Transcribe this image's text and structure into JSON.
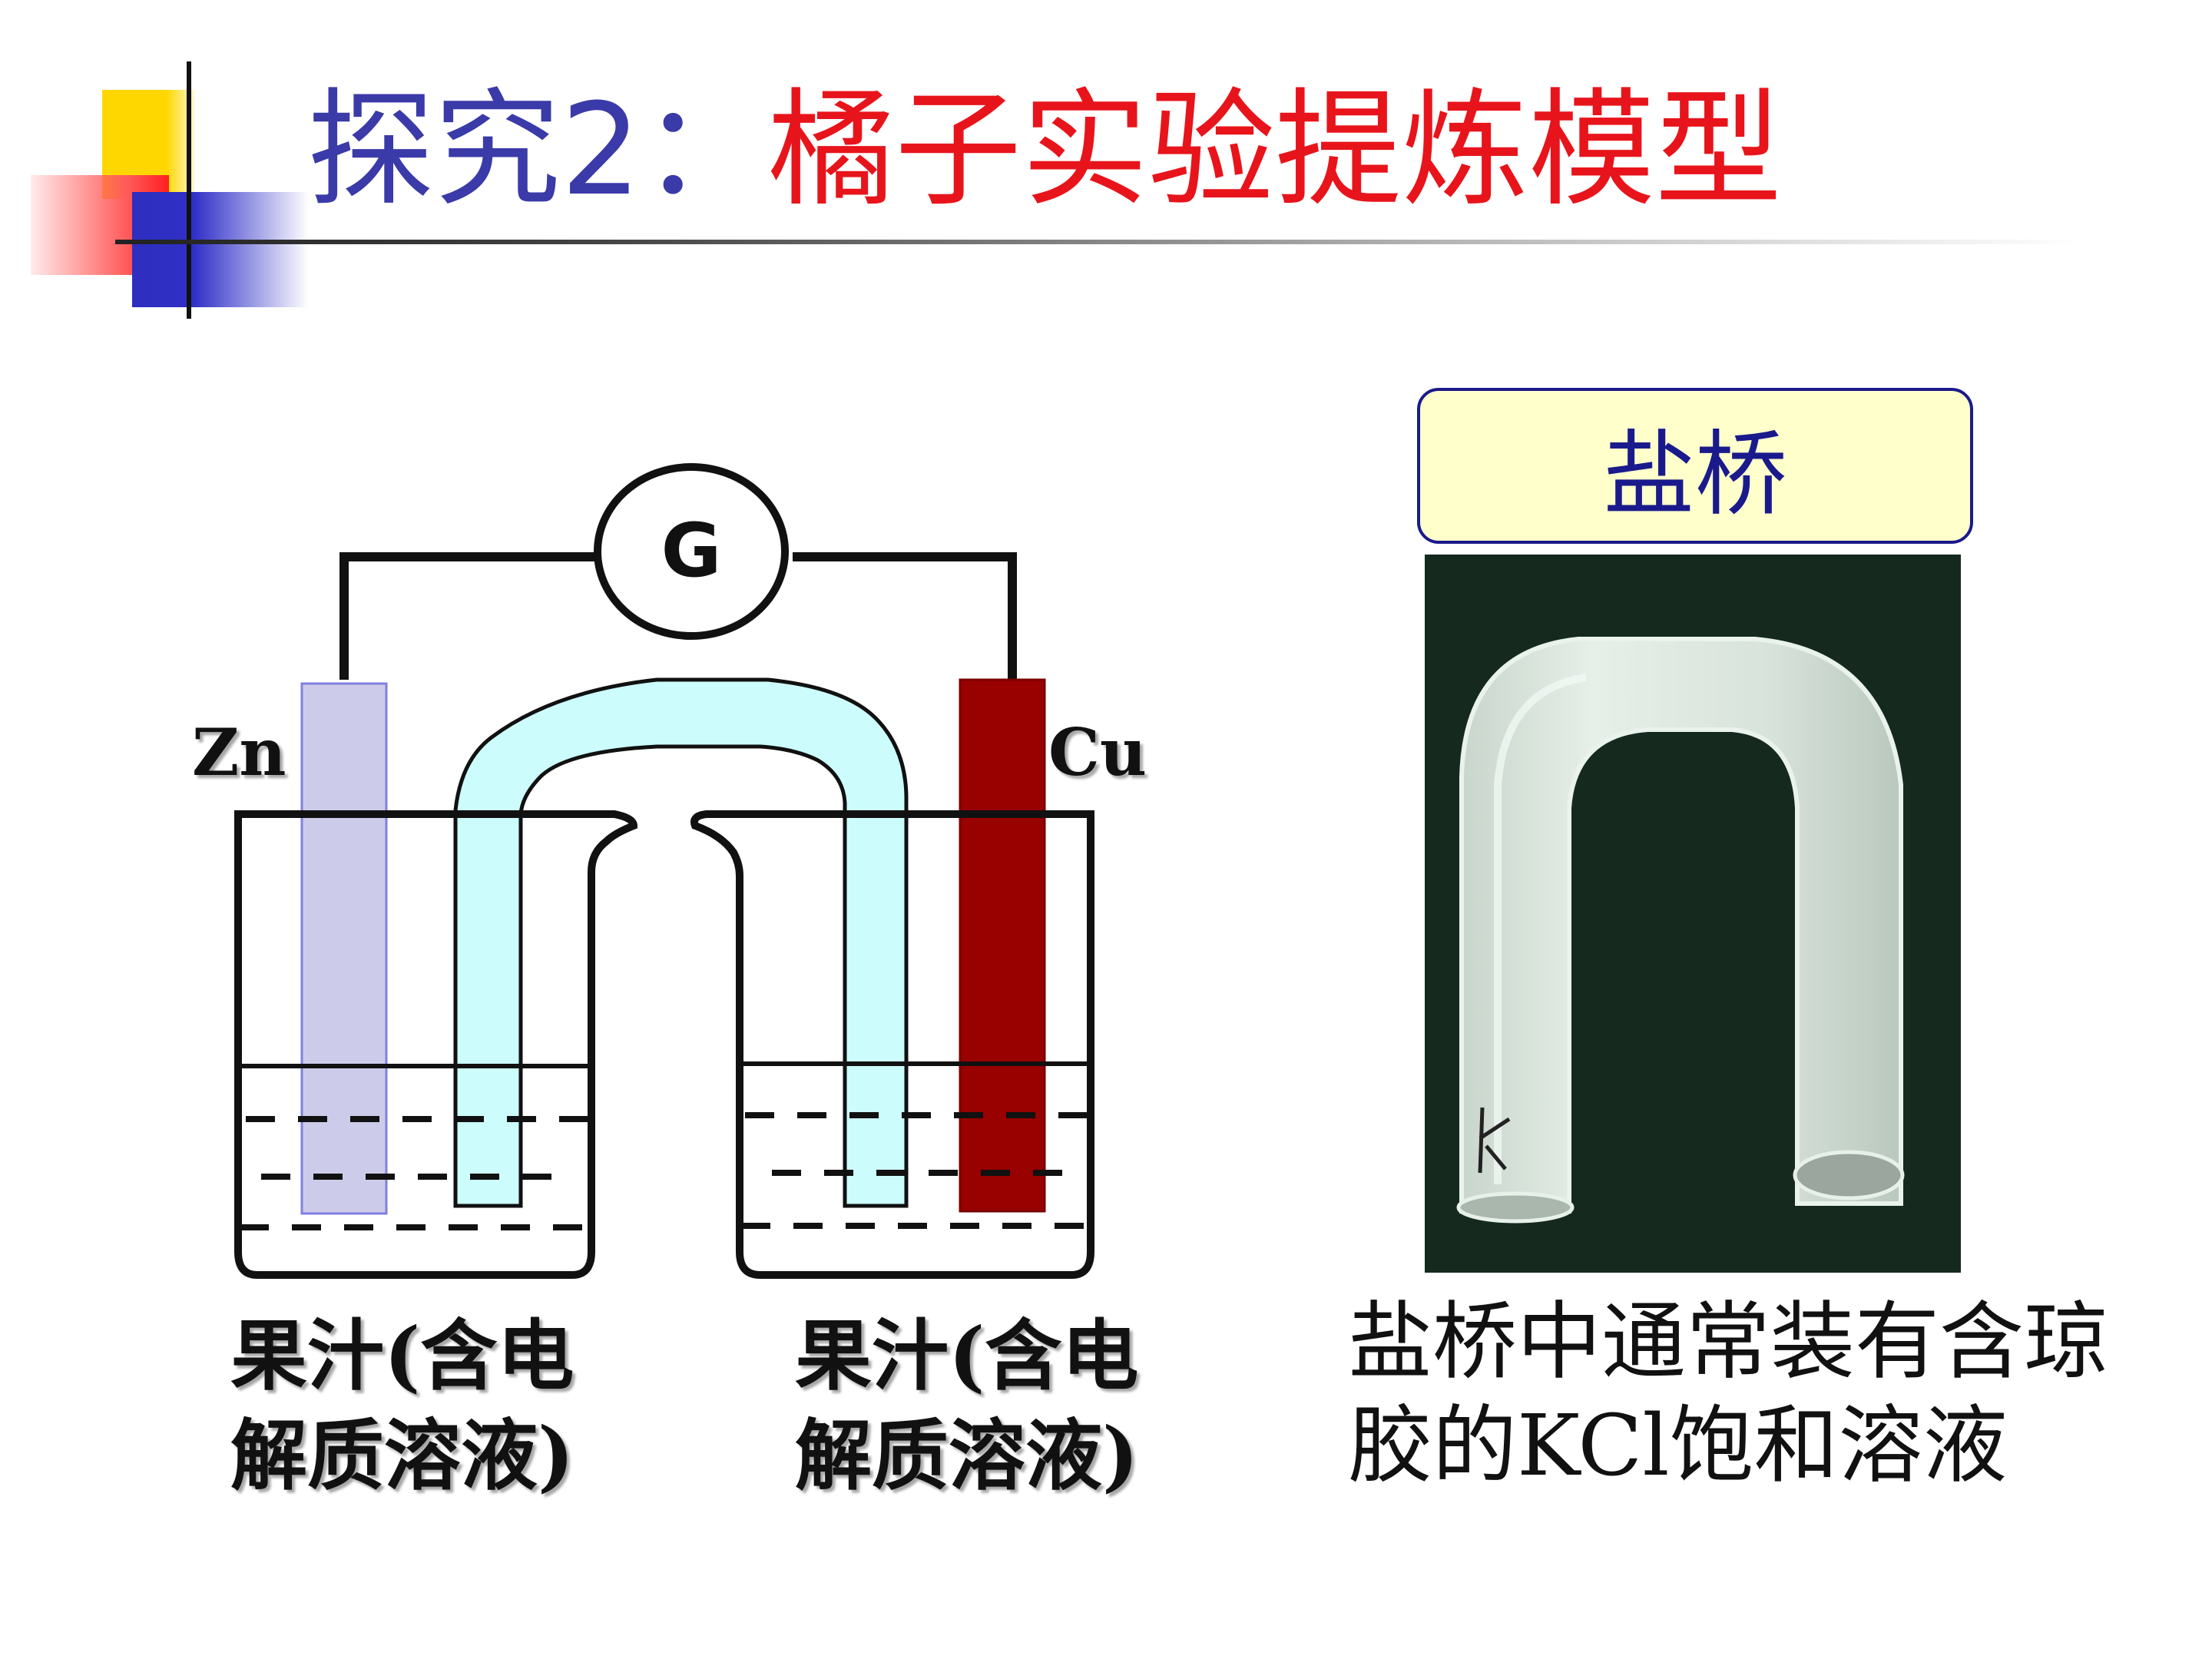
{
  "title": {
    "prefix": "探究2：",
    "main": "橘子实验提炼模型"
  },
  "diagram": {
    "galvanometer_label": "G",
    "left_electrode": "Zn",
    "right_electrode": "Cu",
    "left_solution": [
      "果汁(含电",
      "解质溶液)"
    ],
    "right_solution": [
      "果汁(含电",
      "解质溶液)"
    ]
  },
  "salt_bridge": {
    "heading": "盐桥",
    "caption_line1": "盐桥中通常装有含琼",
    "caption_line2": "胶的KCl饱和溶液"
  },
  "colors": {
    "title_prefix": "#3a3aa8",
    "title_main": "#e8141b",
    "zn_electrode": "#ccccea",
    "cu_electrode": "#990000",
    "salt_bridge_tube": "#ccfcfc",
    "bridge_box_bg": "#ffffcc",
    "bridge_box_text": "#1a1a8c"
  }
}
